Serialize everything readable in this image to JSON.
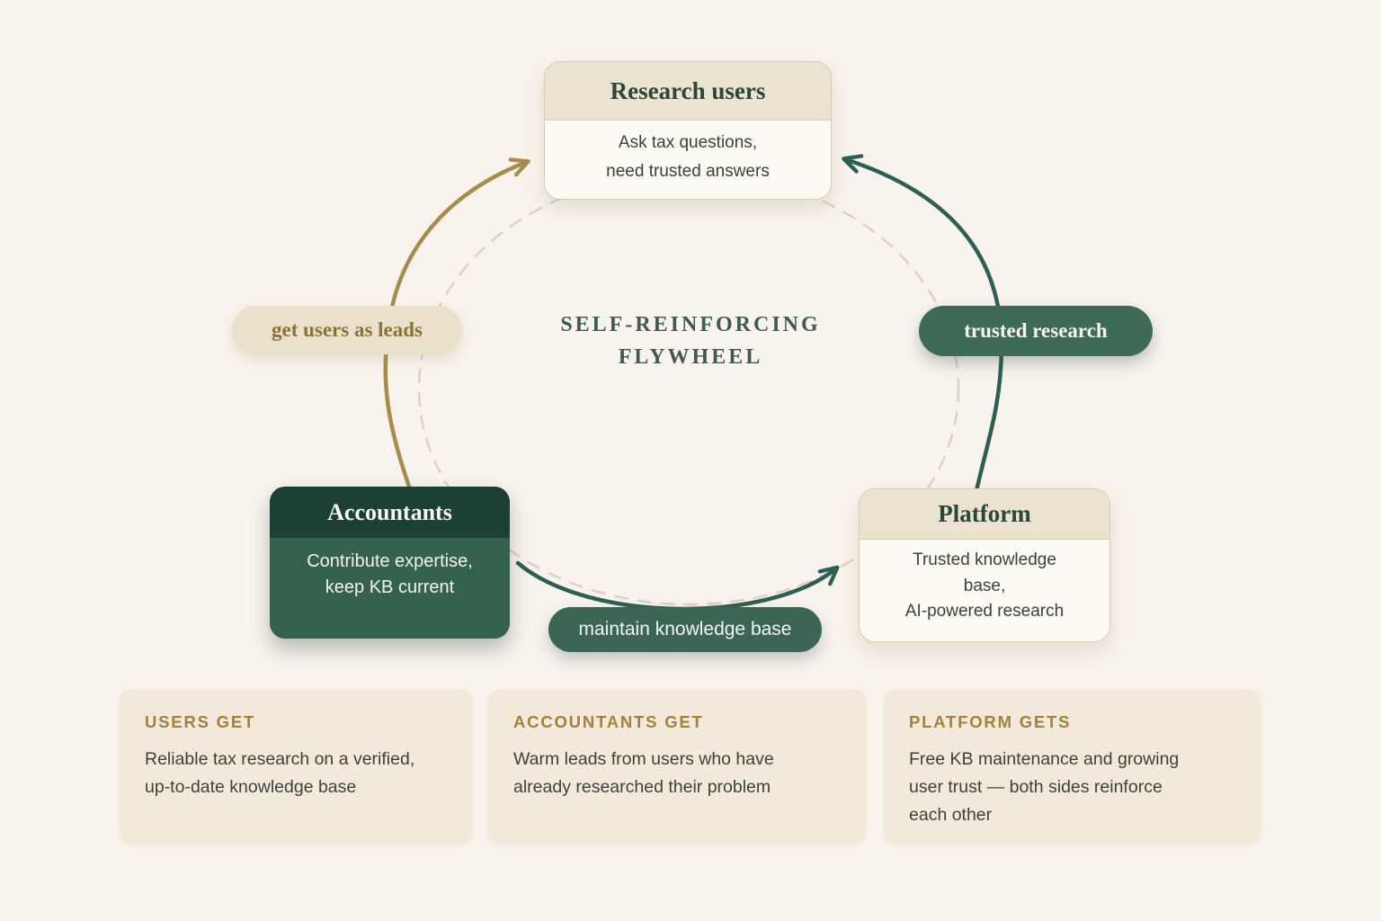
{
  "center": {
    "title": "SELF-REINFORCING\nFLYWHEEL"
  },
  "nodes": {
    "research_users": {
      "title": "Research users",
      "body": "Ask tax questions,\nneed trusted answers"
    },
    "accountants": {
      "title": "Accountants",
      "body": "Contribute expertise,\nkeep KB current"
    },
    "platform": {
      "title": "Platform",
      "body": "Trusted knowledge\nbase,\nAI-powered research"
    }
  },
  "edges": {
    "get_users_as_leads": {
      "label": "get users as leads",
      "from": "Accountants",
      "to": "Research users"
    },
    "trusted_research": {
      "label": "trusted research",
      "from": "Platform",
      "to": "Research users"
    },
    "maintain_knowledge_base": {
      "label": "maintain knowledge base",
      "from": "Accountants",
      "to": "Platform"
    }
  },
  "benefits": [
    {
      "heading": "USERS GET",
      "body": "Reliable tax research on a verified,\nup-to-date knowledge base"
    },
    {
      "heading": "ACCOUNTANTS GET",
      "body": "Warm leads from users who have\nalready researched their problem"
    },
    {
      "heading": "PLATFORM GETS",
      "body": "Free KB maintenance and growing\nuser trust — both sides reinforce\neach other"
    }
  ],
  "colors": {
    "page_background": "#f8f3ec",
    "dark_green_header": "#1d4034",
    "green_body": "#35614f",
    "green_pill": "#3e6b58",
    "green_arrow": "#2d5f53",
    "gold_arrow": "#a78c4a",
    "gold_text": "#8a7335",
    "cream_pill": "#ebe0cb",
    "cream_header": "#ebe2cf",
    "card_body": "#fdfaf3",
    "benefit_card": "#f2e9da",
    "dashed_circle": "#ddd2c2"
  }
}
